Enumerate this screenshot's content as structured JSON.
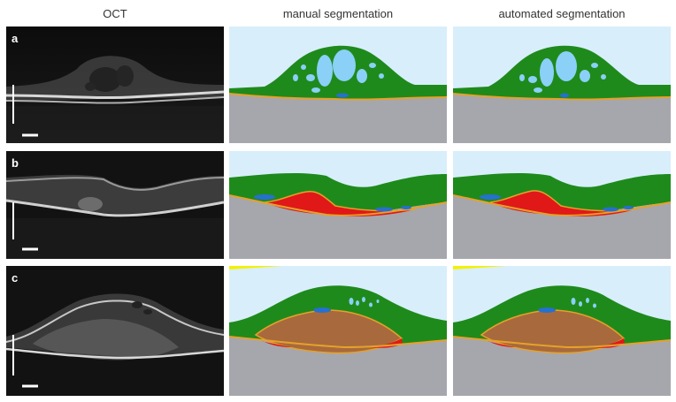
{
  "columns": {
    "oct": "OCT",
    "manual": "manual segmentation",
    "automated": "automated segmentation"
  },
  "rows": [
    {
      "label": "a"
    },
    {
      "label": "b"
    },
    {
      "label": "c"
    }
  ],
  "colors": {
    "vitreous": "#d8eefb",
    "retina": "#1f8a1c",
    "fluid_intraretinal": "#8ad0f7",
    "fluid_subretinal": "#2670d0",
    "rpe_line": "#e6a12a",
    "choroid": "#a6a7ad",
    "hemorrhage": "#e01818",
    "ped": "#a86a3c",
    "artifact": "#f2f200",
    "oct_background": "#101010"
  }
}
